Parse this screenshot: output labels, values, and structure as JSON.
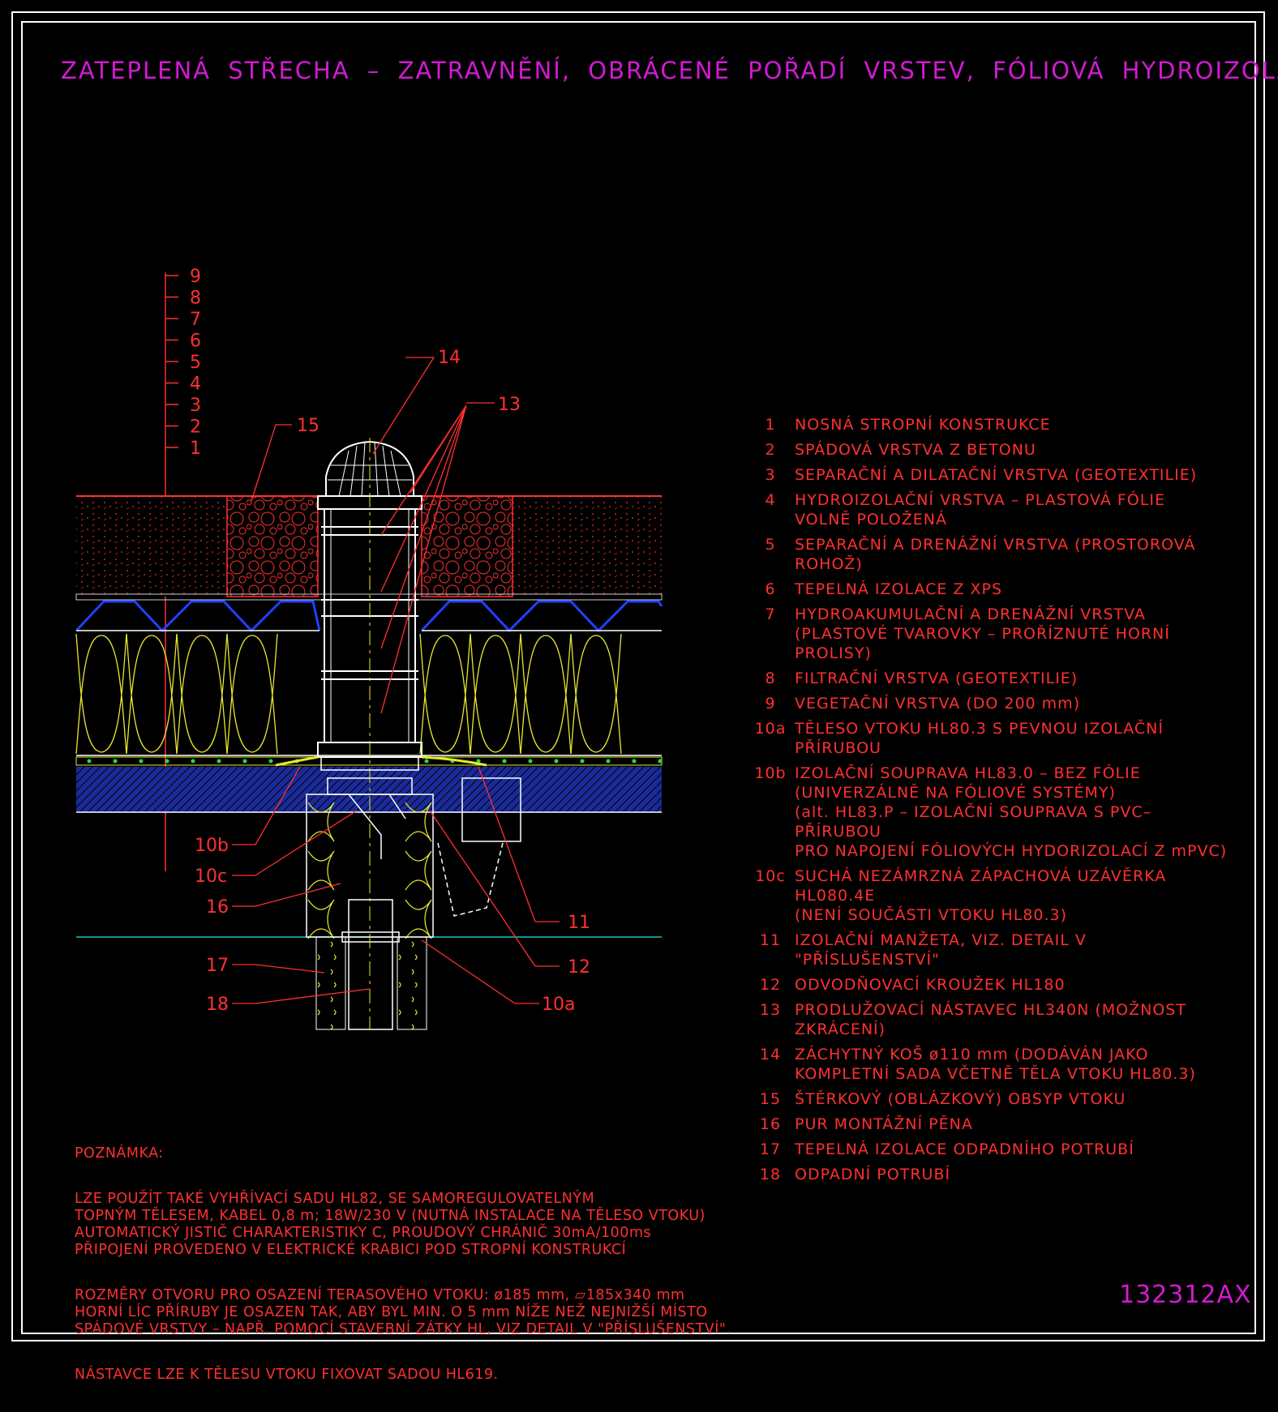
{
  "title": "ZATEPLENÁ STŘECHA – ZATRAVNĚNÍ, OBRÁCENÉ POŘADÍ VRSTEV, FÓLIOVÁ HYDROIZOLACE",
  "drawing_code": "132312AX",
  "layer_ticks": [
    "9",
    "8",
    "7",
    "6",
    "5",
    "4",
    "3",
    "2",
    "1"
  ],
  "callouts": {
    "c14": "14",
    "c13": "13",
    "c15": "15",
    "c10b": "10b",
    "c10c": "10c",
    "c16": "16",
    "c17": "17",
    "c18": "18",
    "c11": "11",
    "c12": "12",
    "c10a": "10a"
  },
  "legend": [
    {
      "num": "1",
      "text": "NOSNÁ STROPNÍ KONSTRUKCE"
    },
    {
      "num": "2",
      "text": "SPÁDOVÁ VRSTVA Z BETONU"
    },
    {
      "num": "3",
      "text": "SEPARAČNÍ A DILATAČNÍ VRSTVA (GEOTEXTILIE)"
    },
    {
      "num": "4",
      "text": "HYDROIZOLAČNÍ VRSTVA – PLASTOVÁ FÓLIE\nVOLNĚ POLOŽENÁ"
    },
    {
      "num": "5",
      "text": "SEPARAČNÍ A DRENÁŽNÍ VRSTVA (PROSTOROVÁ ROHOŽ)"
    },
    {
      "num": "6",
      "text": "TEPELNÁ IZOLACE Z XPS"
    },
    {
      "num": "7",
      "text": "HYDROAKUMULAČNÍ A DRENÁŽNÍ VRSTVA\n(PLASTOVÉ TVAROVKY – PROŘÍZNUTÉ HORNÍ PROLISY)"
    },
    {
      "num": "8",
      "text": "FILTRAČNÍ VRSTVA (GEOTEXTILIE)"
    },
    {
      "num": "9",
      "text": "VEGETAČNÍ VRSTVA (DO 200 mm)"
    },
    {
      "num": "10a",
      "text": "TĚLESO VTOKU HL80.3 S PEVNOU IZOLAČNÍ PŘÍRUBOU"
    },
    {
      "num": "10b",
      "text": "IZOLAČNÍ SOUPRAVA HL83.0 – BEZ FÓLIE\n(UNIVERZÁLNĚ NA FÓLIOVÉ SYSTÉMY)\n(alt. HL83.P – IZOLAČNÍ SOUPRAVA S PVC–PŘÍRUBOU\nPRO NAPOJENÍ FÓLIOVÝCH HYDORIZOLACÍ Z mPVC)"
    },
    {
      "num": "10c",
      "text": "SUCHÁ NEZÁMRZNÁ ZÁPACHOVÁ UZÁVĚRKA HL080.4E\n(NENÍ SOUČÁSTI VTOKU HL80.3)"
    },
    {
      "num": "11",
      "text": "IZOLAČNÍ MANŽETA, VIZ. DETAIL V \"PŘÍSLUŠENSTVÍ\""
    },
    {
      "num": "12",
      "text": "ODVODŇOVACÍ KROUŽEK HL180"
    },
    {
      "num": "13",
      "text": "PRODLUŽOVACÍ NÁSTAVEC HL340N (MOŽNOST ZKRÁCENÍ)"
    },
    {
      "num": "14",
      "text": "ZÁCHYTNÝ KOŠ ø110 mm (DODÁVÁN JAKO\nKOMPLETNÍ SADA VČETNĚ TĚLA VTOKU HL80.3)"
    },
    {
      "num": "15",
      "text": "ŠTĚRKOVÝ (OBLÁZKOVÝ) OBSYP VTOKU"
    },
    {
      "num": "16",
      "text": "PUR MONTÁŽNÍ PĚNA"
    },
    {
      "num": "17",
      "text": "TEPELNÁ IZOLACE ODPADNÍHO POTRUBÍ"
    },
    {
      "num": "18",
      "text": "ODPADNÍ POTRUBÍ"
    }
  ],
  "note": {
    "heading": "POZNÁMKA:",
    "p1": "LZE POUŽÍT TAKÉ VYHŘÍVACÍ SADU HL82, SE SAMOREGULOVATELNÝM\nTOPNÝM TĚLESEM, KABEL 0,8 m; 18W/230 V (NUTNÁ INSTALACE NA TĚLESO VTOKU)\nAUTOMATICKÝ JISTIČ CHARAKTERISTIKY C, PROUDOVÝ CHRÁNIČ 30mA/100ms\nPŘIPOJENÍ PROVEDENO V ELEKTRICKÉ KRABICI POD STROPNÍ KONSTRUKCÍ",
    "p2": "ROZMĚRY OTVORU PRO OSAZENÍ TERASOVÉHO VTOKU: ø185 mm, ▱185x340 mm\nHORNÍ LÍC PŘÍRUBY JE OSAZEN TAK, ABY BYL MIN. O 5 mm NÍŽE NEŽ NEJNIŽŠÍ MÍSTO\nSPÁDOVÉ VRSTVY – NAPŘ. POMOCÍ STAVEBNÍ ZÁTKY HL, VIZ DETAIL V \"PŘÍSLUŠENSTVÍ\".",
    "p3": "NÁSTAVCE LZE K TĚLESU VTOKU FIXOVAT SADOU HL619."
  },
  "colors": {
    "background": "#000000",
    "title": "#d21ad2",
    "text": "#ff3030",
    "insulation": "#e8e830",
    "drainage": "#2040ff",
    "slab_base": "#1a2a9a",
    "baseline": "#20c0c0",
    "leader": "#ff3030"
  }
}
